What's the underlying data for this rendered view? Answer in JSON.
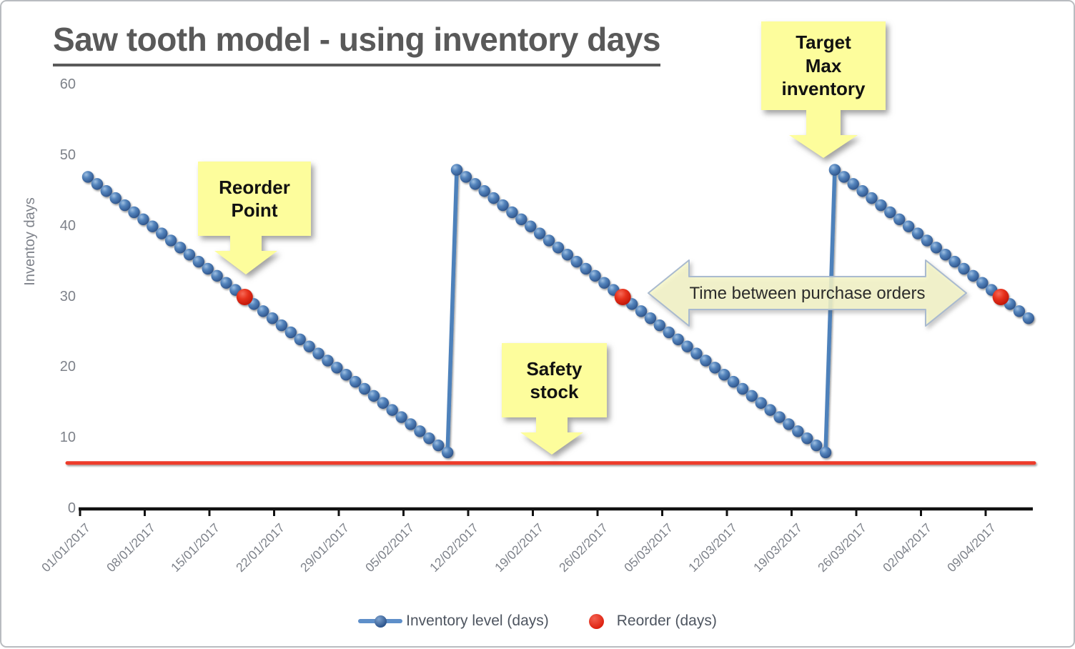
{
  "title": "Saw tooth model - using inventory days",
  "chart_data": {
    "type": "line",
    "title": "Saw tooth model - using inventory days",
    "xlabel": "",
    "ylabel": "Inventoy days",
    "ylim": [
      0,
      60
    ],
    "y_ticks": [
      "0",
      "10",
      "20",
      "30",
      "40",
      "50",
      "60"
    ],
    "x_tick_labels": [
      "01/01/2017",
      "08/01/2017",
      "15/01/2017",
      "22/01/2017",
      "29/01/2017",
      "05/02/2017",
      "12/02/2017",
      "19/02/2017",
      "26/02/2017",
      "05/03/2017",
      "12/03/2017",
      "19/03/2017",
      "26/03/2017",
      "02/04/2017",
      "09/04/2017"
    ],
    "x_start_date": "01/01/2017",
    "x_cadence": "daily, one point per day (day index 0-102)",
    "grid": false,
    "legend_position": "bottom",
    "series": [
      {
        "name": "Inventory level (days)",
        "style": "beaded markers, vertical connector line only at replenishment jumps",
        "values": [
          47,
          46,
          45,
          44,
          43,
          42,
          41,
          40,
          39,
          38,
          37,
          36,
          35,
          34,
          33,
          32,
          31,
          30,
          29,
          28,
          27,
          26,
          25,
          24,
          23,
          22,
          21,
          20,
          19,
          18,
          17,
          16,
          15,
          14,
          13,
          12,
          11,
          10,
          9,
          8,
          48,
          47,
          46,
          45,
          44,
          43,
          42,
          41,
          40,
          39,
          38,
          37,
          36,
          35,
          34,
          33,
          32,
          31,
          30,
          29,
          28,
          27,
          26,
          25,
          24,
          23,
          22,
          21,
          20,
          19,
          18,
          17,
          16,
          15,
          14,
          13,
          12,
          11,
          10,
          9,
          8,
          48,
          47,
          46,
          45,
          44,
          43,
          42,
          41,
          40,
          39,
          38,
          37,
          36,
          35,
          34,
          33,
          32,
          31,
          30,
          29,
          28,
          27
        ]
      },
      {
        "name": "Reorder (days)",
        "style": "large red markers on the inventory line",
        "points": [
          {
            "day": 17,
            "value": 30
          },
          {
            "day": 58,
            "value": 30
          },
          {
            "day": 99,
            "value": 30
          }
        ]
      },
      {
        "name": "Safety stock",
        "style": "horizontal red line",
        "value": 6.5
      }
    ]
  },
  "annotations": {
    "reorder_point": {
      "text": "Reorder\nPoint"
    },
    "safety_stock": {
      "text": "Safety\nstock"
    },
    "target_max": {
      "text": "Target\nMax\ninventory"
    },
    "time_between": {
      "text": "Time between purchase orders"
    }
  },
  "legend": {
    "items": [
      {
        "label": "Inventory level (days)",
        "marker": "blue-line-with-sphere"
      },
      {
        "label": "Reorder (days)",
        "marker": "red-dot"
      }
    ]
  },
  "colors": {
    "title_text": "#595959",
    "axis_text": "#7e828a",
    "axis_line": "#111111",
    "inventory_marker": "#4f81bd",
    "jump_line": "#4e81bb",
    "reorder_marker": "#e2301c",
    "safety_line": "#ed3a2a",
    "callout_fill": "#fdfd9c",
    "double_arrow_fill": "#f7f7c9",
    "double_arrow_stroke": "#a9bacf",
    "legend_text": "#4e5560"
  }
}
